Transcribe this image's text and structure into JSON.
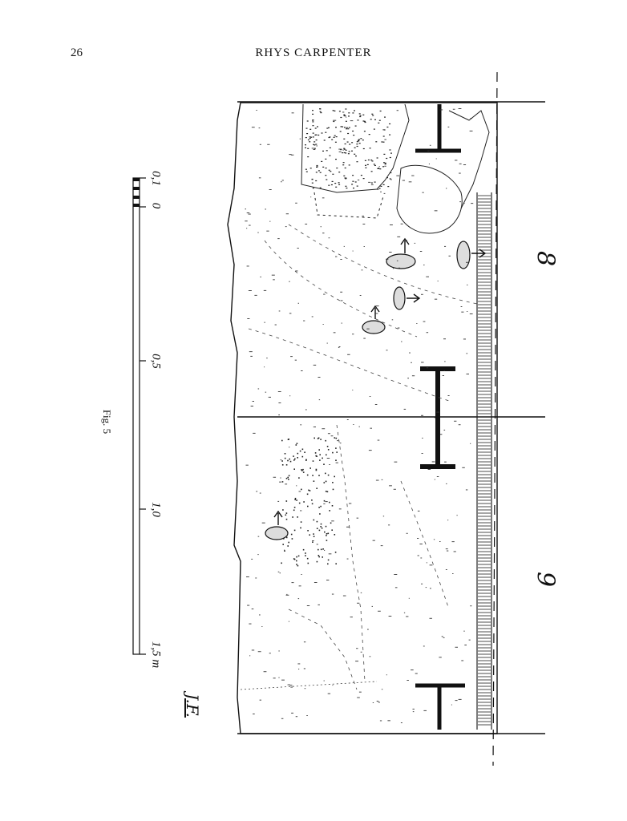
{
  "page": {
    "number": "26",
    "running_head": "RHYS CARPENTER"
  },
  "figure": {
    "caption": "Fig. 5",
    "initials": "J.F.",
    "block_labels": [
      "8",
      "9"
    ],
    "scale": {
      "ticks": [
        "0,1",
        "0",
        "0,5",
        "1,0",
        "1,5 m"
      ]
    }
  }
}
